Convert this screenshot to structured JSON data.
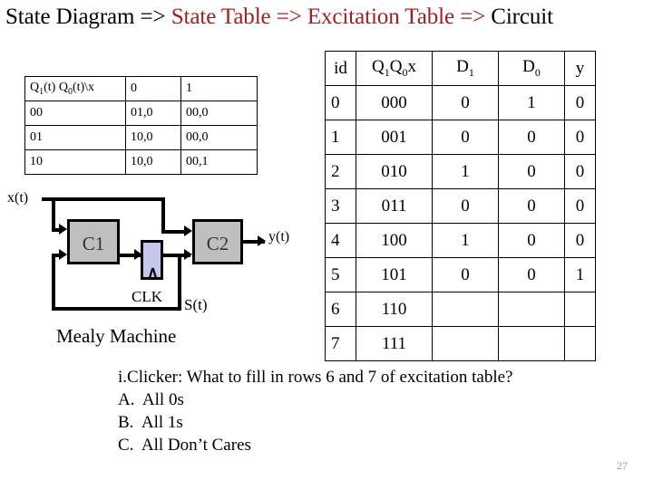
{
  "slide": {
    "title_plain_1": "State Diagram => ",
    "title_accent": "State Table => Excitation Table =>",
    "title_plain_2": " Circuit",
    "accent_color": "#A81C20",
    "page_number": "27"
  },
  "state_table": {
    "header": [
      "Q1(t) Q0(t)\\x",
      "0",
      "1"
    ],
    "header_corner_prefix": "Q",
    "rows": [
      {
        "state": "00",
        "in0": "01,0",
        "in1": "00,0"
      },
      {
        "state": "01",
        "in0": "10,0",
        "in1": "00,0"
      },
      {
        "state": "10",
        "in0": "10,0",
        "in1": "00,1"
      }
    ]
  },
  "excitation_table": {
    "headers": {
      "id": "id",
      "qqx": "Q1Q0x",
      "d1": "D1",
      "d0": "D0",
      "y": "y"
    },
    "rows": [
      {
        "id": "0",
        "qqx": "000",
        "d1": "0",
        "d0": "1",
        "y": "0"
      },
      {
        "id": "1",
        "qqx": "001",
        "d1": "0",
        "d0": "0",
        "y": "0"
      },
      {
        "id": "2",
        "qqx": "010",
        "d1": "1",
        "d0": "0",
        "y": "0"
      },
      {
        "id": "3",
        "qqx": "011",
        "d1": "0",
        "d0": "0",
        "y": "0"
      },
      {
        "id": "4",
        "qqx": "100",
        "d1": "1",
        "d0": "0",
        "y": "0"
      },
      {
        "id": "5",
        "qqx": "101",
        "d1": "0",
        "d0": "0",
        "y": "1"
      },
      {
        "id": "6",
        "qqx": "110",
        "d1": "",
        "d0": "",
        "y": ""
      },
      {
        "id": "7",
        "qqx": "111",
        "d1": "",
        "d0": "",
        "y": ""
      }
    ]
  },
  "circuit": {
    "block_c1": "C1",
    "block_c2": "C2",
    "register_symbol": "∧",
    "label_input": "x(t)",
    "label_output": "y(t)",
    "label_clock": "CLK",
    "label_state": "S(t)",
    "caption": "Mealy Machine",
    "block_fill": "#BFBFBF",
    "register_fill": "#C5C8EC"
  },
  "clicker": {
    "question": "i.Clicker: What to fill in rows 6 and 7 of excitation table?",
    "options": [
      "A.  All 0s",
      "B.  All 1s",
      "C.  All Don’t Cares"
    ]
  }
}
